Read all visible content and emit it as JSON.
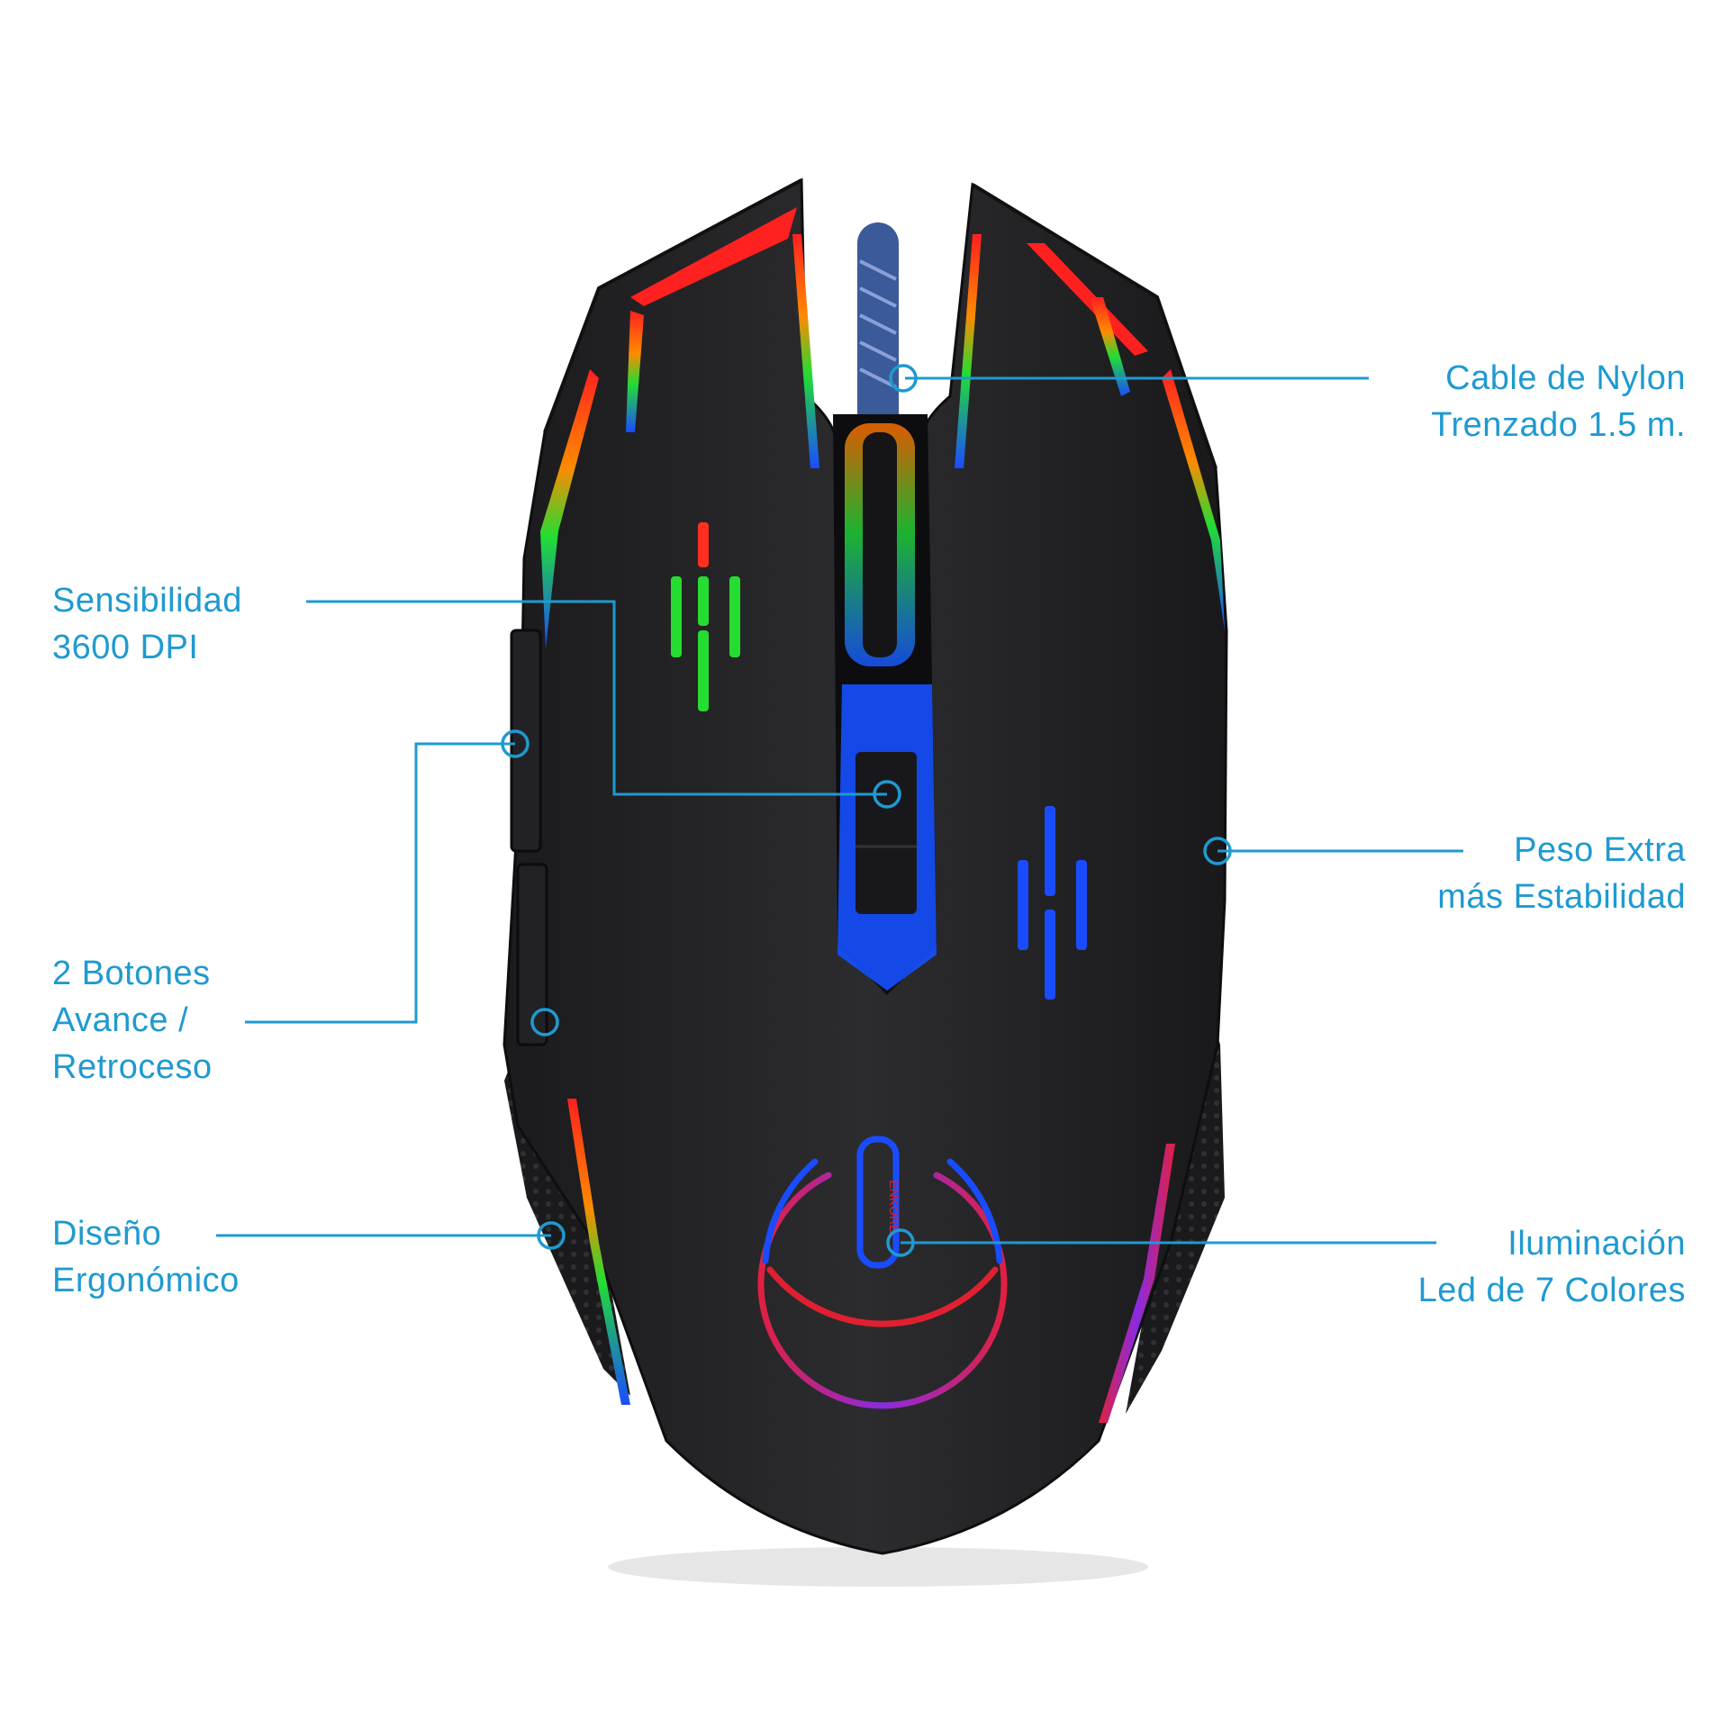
{
  "brand_logo_text": "ENKORE",
  "accent_color": "#1f9ad0",
  "callouts": {
    "cable": {
      "line1": "Cable de Nylon",
      "line2": "Trenzado 1.5 m."
    },
    "dpi": {
      "line1": "Sensibilidad",
      "line2": "3600 DPI"
    },
    "side_buttons": {
      "line1": "2 Botones",
      "line2": "Avance /",
      "line3": "Retroceso"
    },
    "weight": {
      "line1": "Peso Extra",
      "line2": "más Estabilidad"
    },
    "ergonomic": {
      "line1": "Diseño",
      "line2": "Ergonómico"
    },
    "lighting": {
      "line1": "Iluminación",
      "line2": "Led de 7 Colores"
    }
  }
}
